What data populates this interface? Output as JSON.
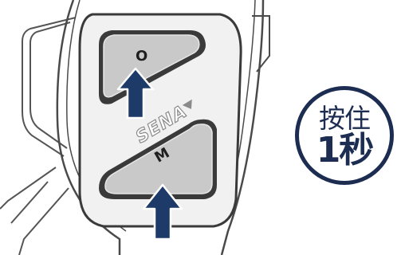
{
  "buttons": {
    "upper_label": "O",
    "lower_label": "M"
  },
  "brand": {
    "logo_text": "SENA"
  },
  "instruction": {
    "line1": "按住",
    "line2": "1秒"
  },
  "colors": {
    "arrow": "#1d3a68",
    "outline": "#2b2b2b",
    "badge": "#1d2d52",
    "button_fill": "#c9c9c9"
  }
}
